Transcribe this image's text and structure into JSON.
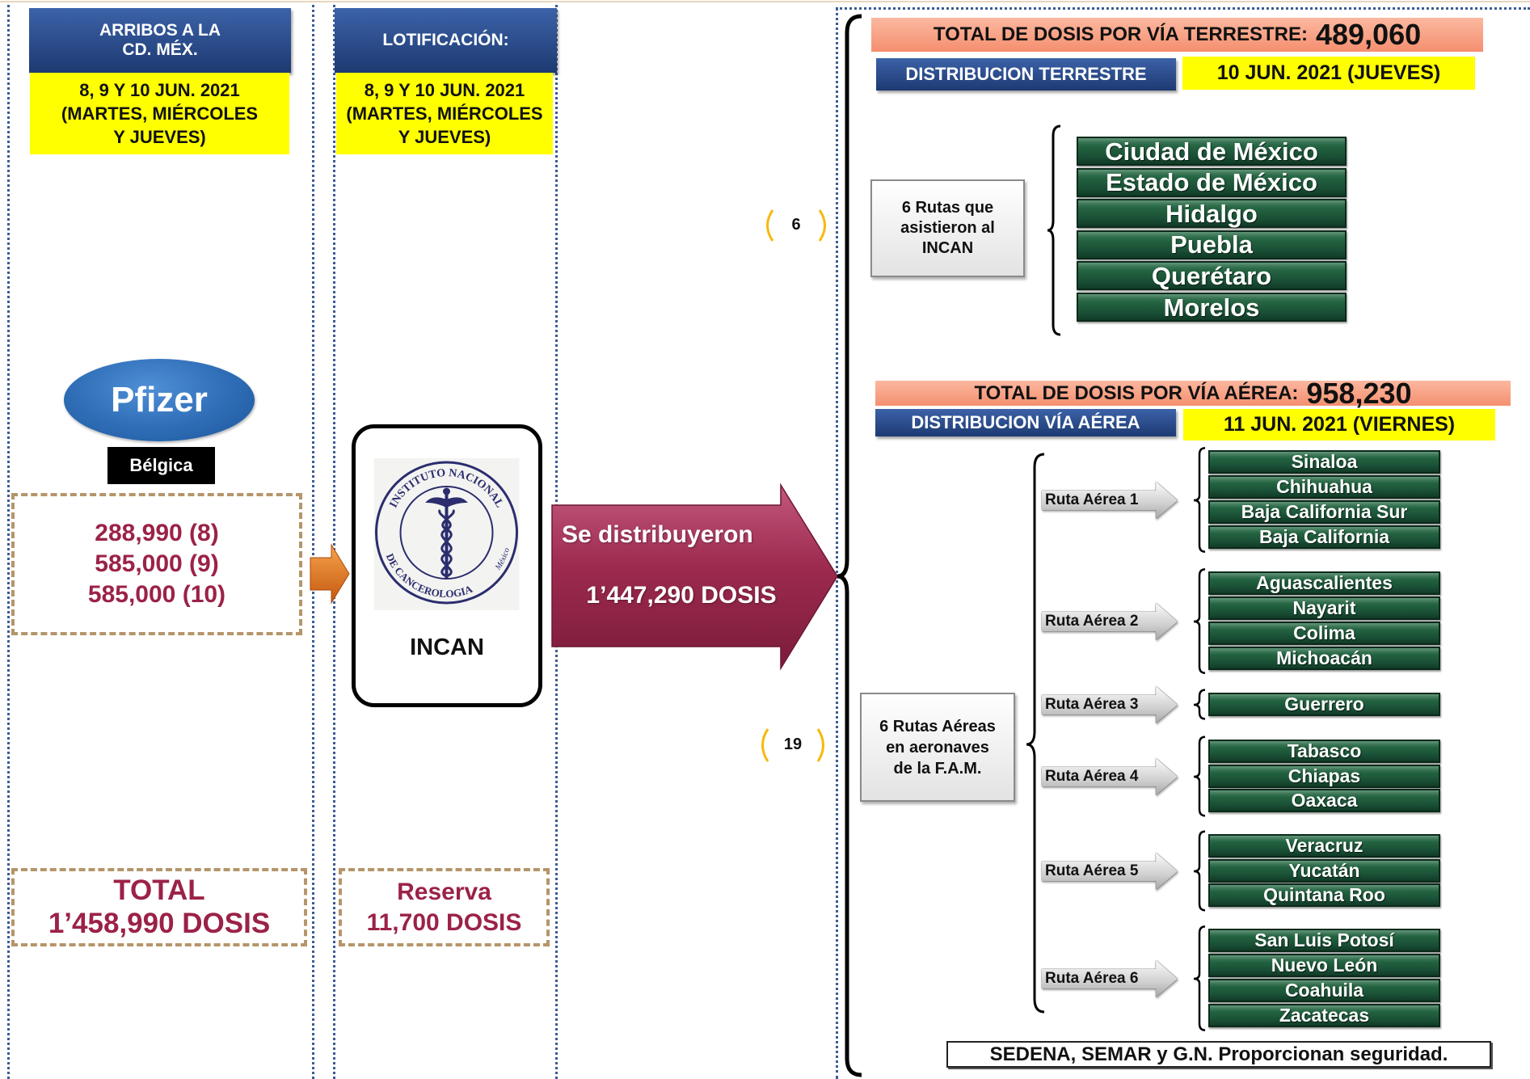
{
  "arrivals": {
    "header": "ARRIBOS A LA\nCD. MÉX.",
    "dates": "8, 9 Y 10 JUN. 2021\n(MARTES, MIÉRCOLES\nY JUEVES)",
    "brand": "Pfizer",
    "origin": "Bélgica",
    "doses": [
      "288,990 (8)",
      "585,000 (9)",
      "585,000 (10)"
    ],
    "total_label": "TOTAL",
    "total_value": "1’458,990 DOSIS"
  },
  "lotification": {
    "header": "LOTIFICACIÓN:",
    "dates": "8, 9 Y 10 JUN. 2021\n(MARTES, MIÉRCOLES\nY JUEVES)",
    "institution": "INCAN",
    "logo_text_top": "INSTITUTO NACIONAL",
    "logo_text_bottom": "DE CANCEROLOGIA",
    "logo_text_side": "México",
    "reserve_label": "Reserva",
    "reserve_value": "11,700 DOSIS"
  },
  "distribution": {
    "label": "Se distribuyeron",
    "value": "1’447,290 DOSIS"
  },
  "land": {
    "total_label": "TOTAL DE DOSIS POR VÍA TERRESTRE:",
    "total_value": "489,060",
    "dist_label": "DISTRIBUCION TERRESTRE",
    "date": "10 JUN. 2021 (JUEVES)",
    "count": "6",
    "routes_label": "6 Rutas que\nasistieron al\nINCAN",
    "states": [
      "Ciudad de México",
      "Estado de México",
      "Hidalgo",
      "Puebla",
      "Querétaro",
      "Morelos"
    ]
  },
  "air": {
    "total_label": "TOTAL DE DOSIS POR VÍA AÉREA:",
    "total_value": "958,230",
    "dist_label": "DISTRIBUCION VÍA AÉREA",
    "date": "11 JUN. 2021 (VIERNES)",
    "count": "19",
    "routes_label": "6 Rutas Aéreas\nen aeronaves\nde la F.A.M.",
    "routes": [
      {
        "label": "Ruta Aérea 1",
        "states": [
          "Sinaloa",
          "Chihuahua",
          "Baja California Sur",
          "Baja California"
        ]
      },
      {
        "label": "Ruta Aérea 2",
        "states": [
          "Aguascalientes",
          "Nayarit",
          "Colima",
          "Michoacán"
        ]
      },
      {
        "label": "Ruta Aérea 3",
        "states": [
          "Guerrero"
        ]
      },
      {
        "label": "Ruta Aérea 4",
        "states": [
          "Tabasco",
          "Chiapas",
          "Oaxaca"
        ]
      },
      {
        "label": "Ruta Aérea 5",
        "states": [
          "Veracruz",
          "Yucatán",
          "Quintana Roo"
        ]
      },
      {
        "label": "Ruta Aérea 6",
        "states": [
          "San Luis Potosí",
          "Nuevo León",
          "Coahuila",
          "Zacatecas"
        ]
      }
    ]
  },
  "footer": "SEDENA, SEMAR y G.N. Proporcionan seguridad.",
  "colors": {
    "header_blue": "#2a4c8c",
    "date_yellow": "#ffff00",
    "dose_maroon": "#9b2247",
    "state_green": "#1b5a3b",
    "total_salmon": "#f7997c",
    "arrow_red": "#9c2a4e",
    "arrow_orange": "#e57322"
  }
}
